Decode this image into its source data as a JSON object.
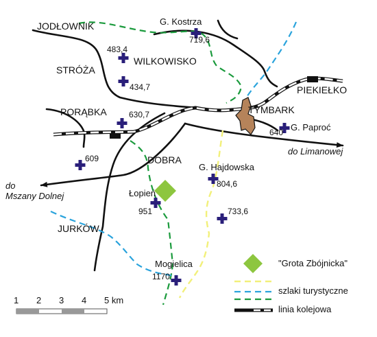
{
  "places": {
    "jodlownik": "JODŁOWNIK",
    "stroza": "STRÓŻA",
    "wilkowisko": "WILKOWISKO",
    "porabka": "PORĄBKA",
    "tymbark": "TYMBARK",
    "piekielko": "PIEKIEŁKO",
    "dobra": "DOBRA",
    "jurkow": "JURKÓW"
  },
  "peaks": {
    "kostrza": {
      "name": "G. Kostrza",
      "elev": "719,6"
    },
    "paproc": {
      "name": "G. Paproć",
      "elev": "640"
    },
    "hajdowska": {
      "name": "G. Hajdowska",
      "elev": "804,6"
    },
    "lopien": {
      "name": "Łopień",
      "elev": "951"
    },
    "mogielica": {
      "name": "Mogielica",
      "elev": "1170"
    },
    "p4834": {
      "elev": "483,4"
    },
    "p4347": {
      "elev": "434,7"
    },
    "p6307": {
      "elev": "630,7"
    },
    "p609": {
      "elev": "609"
    },
    "p7336": {
      "elev": "733,6"
    }
  },
  "directions": {
    "limanowa": "do Limanowej",
    "mszana_line1": "do",
    "mszana_line2": "Mszany Dolnej"
  },
  "legend": {
    "cave": "\"Grota Zbójnicka\"",
    "trails": "szlaki turystyczne",
    "railway": "linia kolejowa"
  },
  "scale": {
    "ticks": [
      "1",
      "2",
      "3",
      "4",
      "5 km"
    ]
  },
  "colors": {
    "road": "#111111",
    "trail_green": "#1a9a3c",
    "trail_blue": "#2aa3dc",
    "trail_yellow": "#f2f07a",
    "cave_marker": "#8dc63f",
    "town_area": "#b5835a",
    "peak_cross": "#2a1f7a"
  }
}
